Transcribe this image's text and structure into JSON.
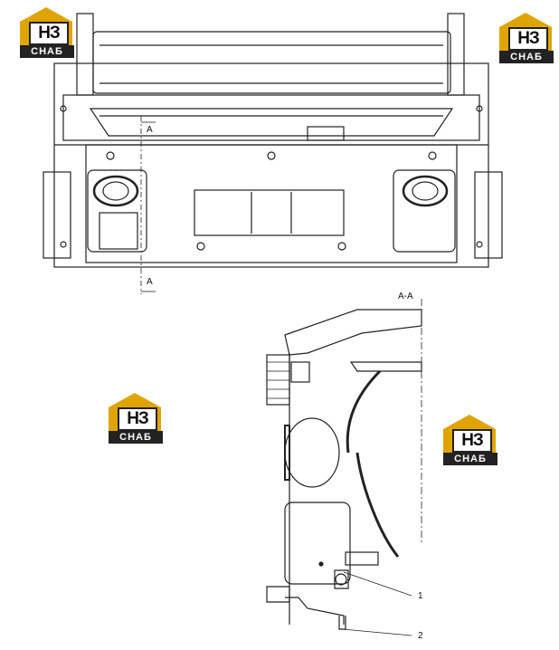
{
  "watermark": {
    "mark_letters": "НЗ",
    "brand_text": "СНАБ",
    "accent_color": "#e0a400",
    "dark_color": "#222222",
    "count": 4
  },
  "drawing": {
    "top_view": {
      "section_mark_top": "A",
      "section_mark_bottom": "A"
    },
    "section_view": {
      "title": "A-A",
      "callouts": [
        {
          "number": "1"
        },
        {
          "number": "2"
        }
      ]
    }
  }
}
